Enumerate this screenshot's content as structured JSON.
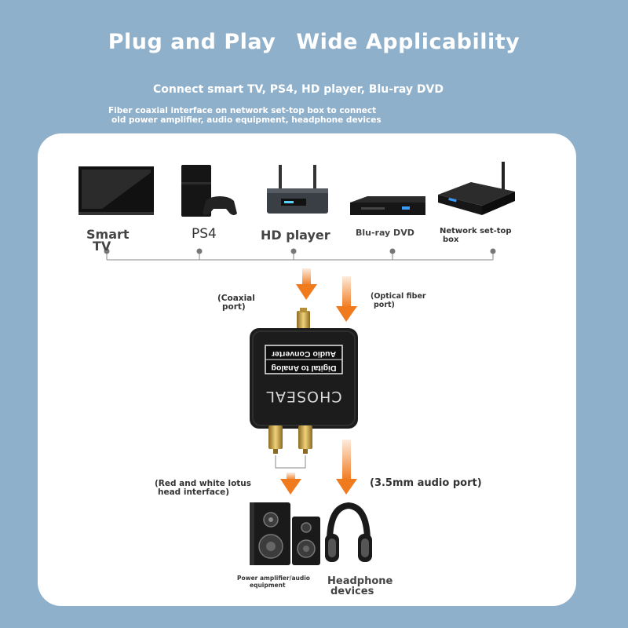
{
  "header": {
    "title_left": "Plug and Play",
    "title_right": "Wide Applicability",
    "subtitle": "Connect smart TV, PS4, HD player, Blu-ray DVD",
    "desc_line1": "Fiber coaxial interface on network set-top box to connect",
    "desc_line2": "old power amplifier, audio equipment, headphone devices"
  },
  "sources": [
    {
      "label_line1": "Smart",
      "label_line2": "TV",
      "icon": "smart-tv-icon"
    },
    {
      "label": "PS4",
      "icon": "ps4-console-icon"
    },
    {
      "label": "HD player",
      "icon": "hd-player-icon"
    },
    {
      "label": "Blu-ray DVD",
      "icon": "bluray-dvd-icon"
    },
    {
      "label_line1": "Network set-top",
      "label_line2": "box",
      "icon": "set-top-box-icon"
    }
  ],
  "ports": {
    "coaxial_line1": "(Coaxial",
    "coaxial_line2": "port)",
    "optical_line1": "(Optical fiber",
    "optical_line2": "port)",
    "rca_line1": "(Red and white lotus",
    "rca_line2": "head interface)",
    "aux": "(3.5mm audio port)"
  },
  "device": {
    "brand": "CHOSEAL",
    "line1": "Digital to Analog",
    "line2": "Audio Converter"
  },
  "outputs": {
    "speakers_line1": "Power amplifier/audio",
    "speakers_line2": "equipment",
    "headphones_line1": "Headphone",
    "headphones_line2": "devices"
  },
  "colors": {
    "background": "#8fb0cb",
    "panel": "#ffffff",
    "arrow": "#f07a1e",
    "device_body": "#1c1c1c",
    "gold": "#c9a24a"
  }
}
